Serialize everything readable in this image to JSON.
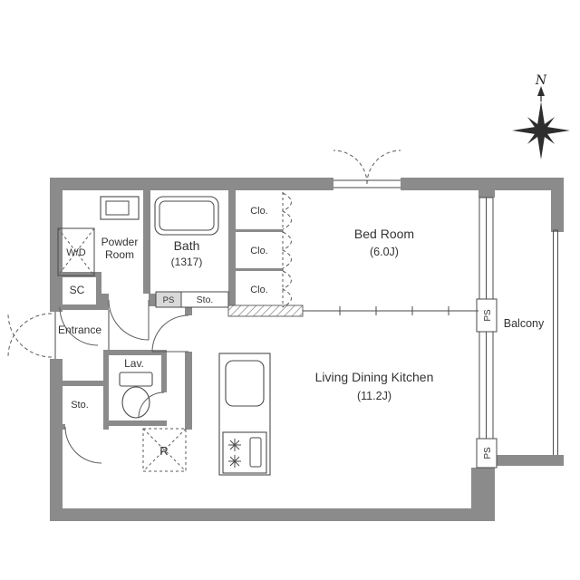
{
  "compass": {
    "north_label": "N"
  },
  "rooms": {
    "bath": {
      "label": "Bath",
      "size": "(1317)"
    },
    "powder_room": {
      "label_line1": "Powder",
      "label_line2": "Room"
    },
    "washer_dryer": {
      "label": "W/D"
    },
    "shoe_closet": {
      "label": "SC"
    },
    "entrance": {
      "label": "Entrance"
    },
    "lavatory": {
      "label": "Lav."
    },
    "storage_entrance": {
      "label": "Sto."
    },
    "storage_hall": {
      "label": "Sto."
    },
    "pipe_space_hall": {
      "label": "PS"
    },
    "refrigerator_space": {
      "label": "R"
    },
    "closets": [
      {
        "label": "Clo."
      },
      {
        "label": "Clo."
      },
      {
        "label": "Clo."
      }
    ],
    "bedroom": {
      "label": "Bed Room",
      "size": "(6.0J)"
    },
    "living_dining_kitchen": {
      "label": "Living Dining Kitchen",
      "size": "(11.2J)"
    },
    "balcony": {
      "label": "Balcony"
    },
    "pipe_space_right_upper": {
      "label": "PS"
    },
    "pipe_space_right_lower": {
      "label": "PS"
    }
  },
  "colors": {
    "wall": "#8b8b8b",
    "line": "#4a4a4a",
    "text": "#333333",
    "background": "#ffffff"
  }
}
